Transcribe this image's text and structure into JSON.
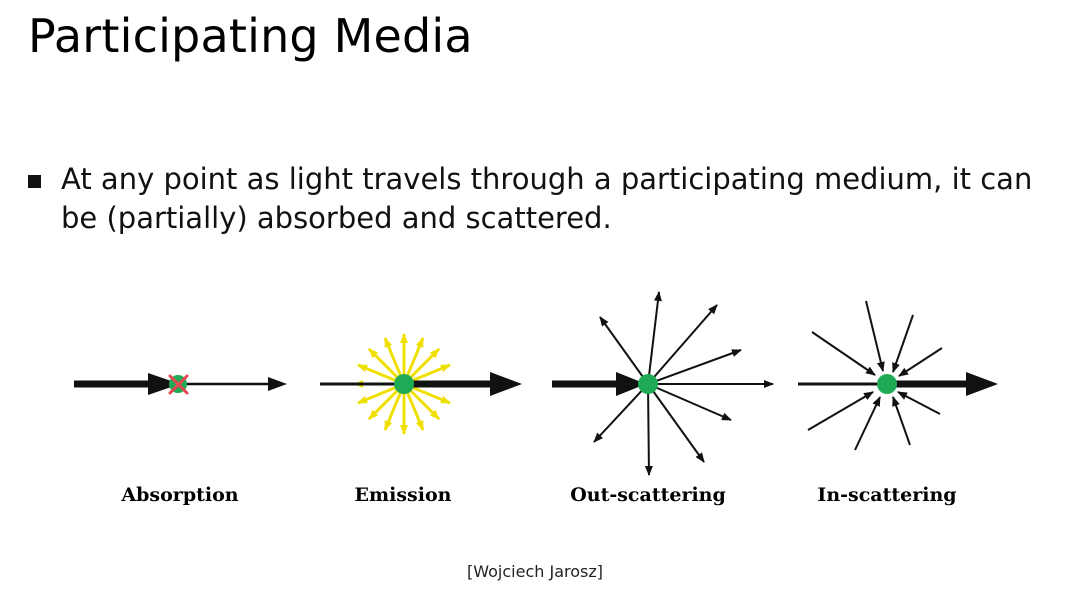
{
  "slide": {
    "title": "Participating Media",
    "bullet": "At any point as light travels through a participating medium, it can be (partially) absorbed and scattered.",
    "credit": "[Wojciech Jarosz]"
  },
  "panels": [
    {
      "label": "Absorption"
    },
    {
      "label": "Emission"
    },
    {
      "label": "Out-scattering"
    },
    {
      "label": "In-scattering"
    }
  ],
  "colors": {
    "point": "#1faa55",
    "emission_rays": "#f0e000",
    "absorption_cross": "#e4474f",
    "arrows": "#111111"
  },
  "icons": {
    "bullet": "square-bullet-icon"
  }
}
